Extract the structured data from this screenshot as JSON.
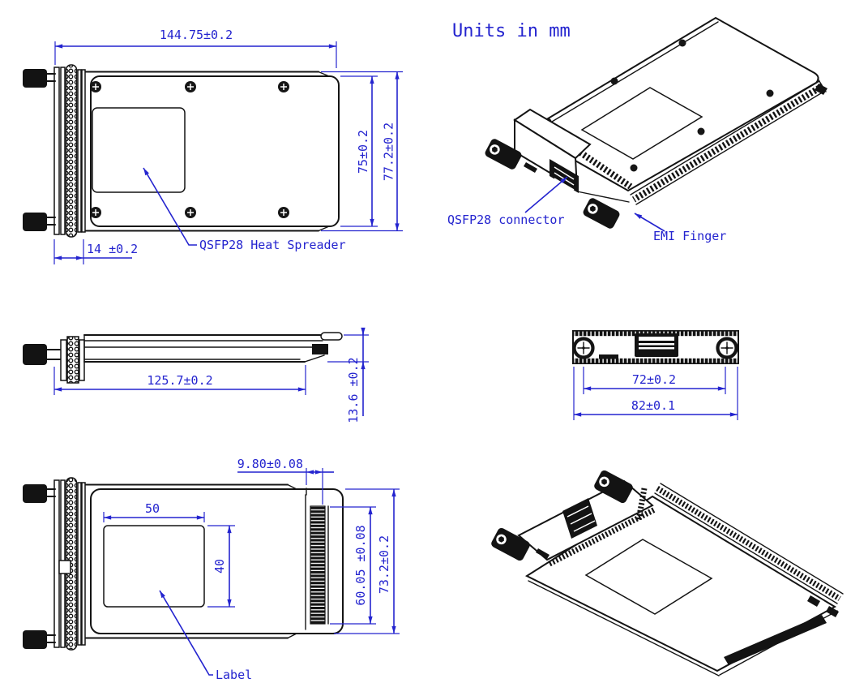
{
  "note": {
    "units": "Units in mm"
  },
  "views": {
    "top": {
      "length": "144.75±0.2",
      "body_width": "75±0.2",
      "overall_width": "77.2±0.2",
      "emi_depth": "14 ±0.2",
      "heat_spreader_callout": "QSFP28 Heat Spreader"
    },
    "iso_top": {
      "connector_callout": "QSFP28 connector",
      "emi_callout": "EMI Finger"
    },
    "side": {
      "length": "125.7±0.2",
      "height": "13.6 ±0.2"
    },
    "front": {
      "screw_spacing": "72±0.2",
      "width": "82±0.1"
    },
    "bottom": {
      "edge_offset": "9.80±0.08",
      "label_width": "50",
      "label_height": "40",
      "connector_length": "60.05 ±0.08",
      "body_width": "73.2±0.2",
      "label_callout": "Label"
    }
  },
  "colors": {
    "dimension": "#2424cf",
    "outline": "#141414"
  }
}
